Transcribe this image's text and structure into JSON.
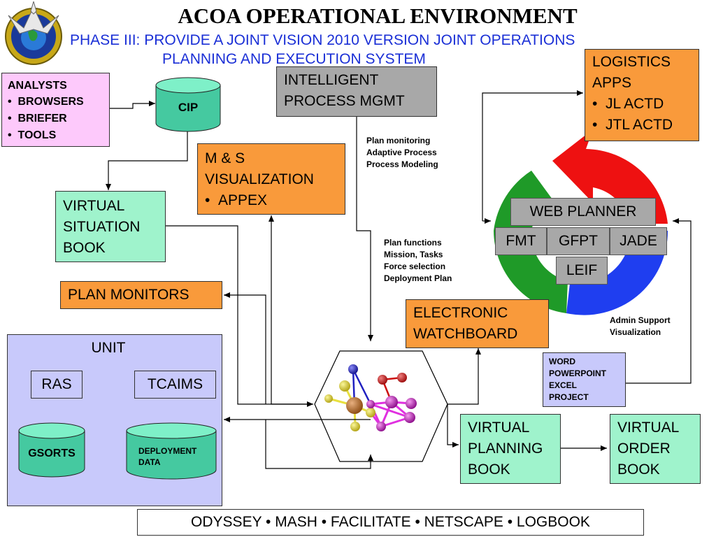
{
  "title": "ACOA OPERATIONAL ENVIRONMENT",
  "subtitle_line1": "PHASE III:  PROVIDE A JOINT VISION 2010 VERSION JOINT OPERATIONS",
  "subtitle_line2": "PLANNING AND EXECUTION SYSTEM",
  "colors": {
    "orange": "#f99a3b",
    "green": "#9ff3cc",
    "pink": "#fdc9fb",
    "lavender": "#c8c9fb",
    "gray": "#a8a8a8",
    "blue_text": "#1a2fd6"
  },
  "analysts": {
    "heading": "ANALYSTS",
    "items": [
      "BROWSERS",
      "BRIEFER",
      "TOOLS"
    ]
  },
  "cip": "CIP",
  "intelligent": {
    "line1": "INTELLIGENT",
    "line2": "PROCESS MGMT"
  },
  "logistics": {
    "line1": "LOGISTICS",
    "line2": "APPS",
    "items": [
      "JL ACTD",
      "JTL ACTD"
    ]
  },
  "ms_viz": {
    "line1": "M & S",
    "line2": "VISUALIZATION",
    "items": [
      "APPEX"
    ]
  },
  "plan_monitoring_notes": [
    "Plan monitoring",
    "Adaptive Process",
    "Process Modeling"
  ],
  "vsb": {
    "line1": "VIRTUAL",
    "line2": "SITUATION",
    "line3": "BOOK"
  },
  "web_planner": "WEB PLANNER",
  "fmt": "FMT",
  "gfpt": "GFPT",
  "jade": "JADE",
  "leif": "LEIF",
  "plan_functions_notes": [
    "Plan functions",
    "Mission, Tasks",
    "Force selection",
    "Deployment Plan"
  ],
  "plan_monitors": "PLAN MONITORS",
  "ewb": {
    "line1": "ELECTRONIC",
    "line2": "WATCHBOARD"
  },
  "admin_notes": [
    "Admin Support",
    "Visualization"
  ],
  "unit": "UNIT",
  "ras": "RAS",
  "tcaims": "TCAIMS",
  "gsorts": "GSORTS",
  "deployment_data": {
    "line1": "DEPLOYMENT",
    "line2": "DATA"
  },
  "office": [
    "WORD",
    "POWERPOINT",
    "EXCEL",
    "PROJECT"
  ],
  "vpb": {
    "line1": "VIRTUAL",
    "line2": "PLANNING",
    "line3": "BOOK"
  },
  "vob": {
    "line1": "VIRTUAL",
    "line2": "ORDER",
    "line3": "BOOK"
  },
  "footer": "ODYSSEY • MASH • FACILITATE • NETSCAPE • LOGBOOK"
}
